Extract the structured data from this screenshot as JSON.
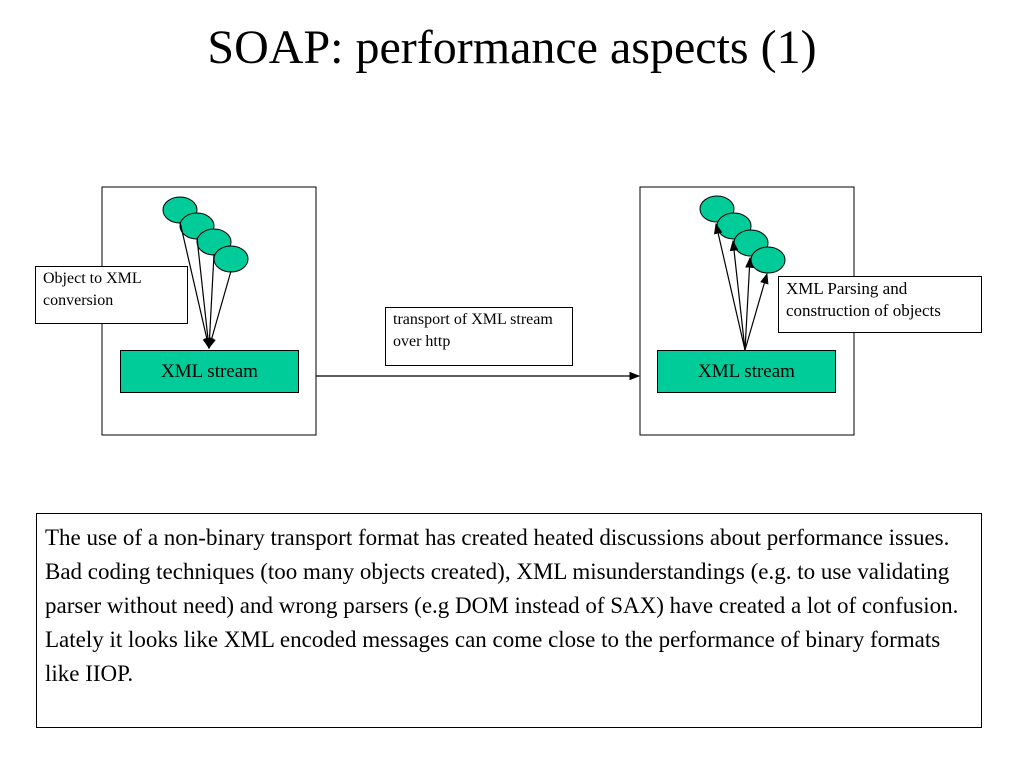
{
  "title": "SOAP: performance aspects (1)",
  "diagram": {
    "left_label": "Object to XML conversion",
    "right_label": "XML Parsing and construction of objects",
    "transport_label": "transport of XML stream over http",
    "left_stream": "XML stream",
    "right_stream": "XML stream",
    "colors": {
      "object_fill": "#00cc99",
      "stream_fill": "#00cc99",
      "outline": "#000000"
    }
  },
  "description": "The use of a non-binary transport format has created heated discussions about performance issues. Bad coding techniques (too many objects created), XML misunderstandings (e.g. to use validating parser without need) and wrong parsers (e.g DOM instead of SAX) have created a lot of confusion. Lately it looks like XML encoded messages can come close to the performance of binary formats like IIOP."
}
